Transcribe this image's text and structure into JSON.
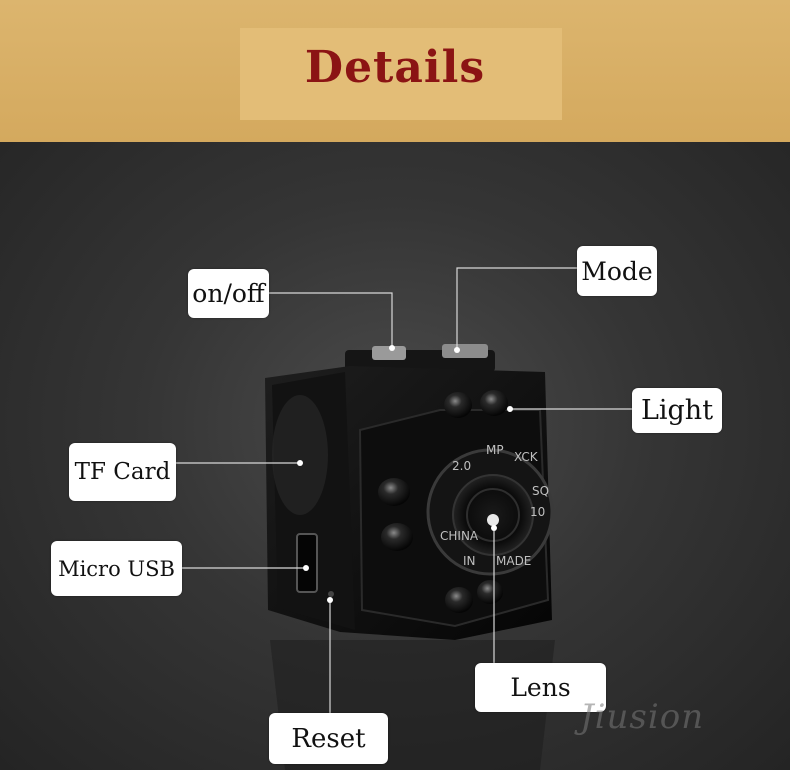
{
  "header": {
    "title": "Details"
  },
  "labels": {
    "on_off": "on/off",
    "mode": "Mode",
    "light": "Light",
    "tf_card": "TF Card",
    "micro_usb": "Micro USB",
    "lens": "Lens",
    "reset": "Reset"
  },
  "lens_ring_text": "MP XCK SQ 10 MADE IN CHINA 2.0",
  "watermark": "Jiusion",
  "colors": {
    "header_bg": "#d4a95e",
    "title": "#8b1414",
    "background": "#2c2c2c"
  }
}
